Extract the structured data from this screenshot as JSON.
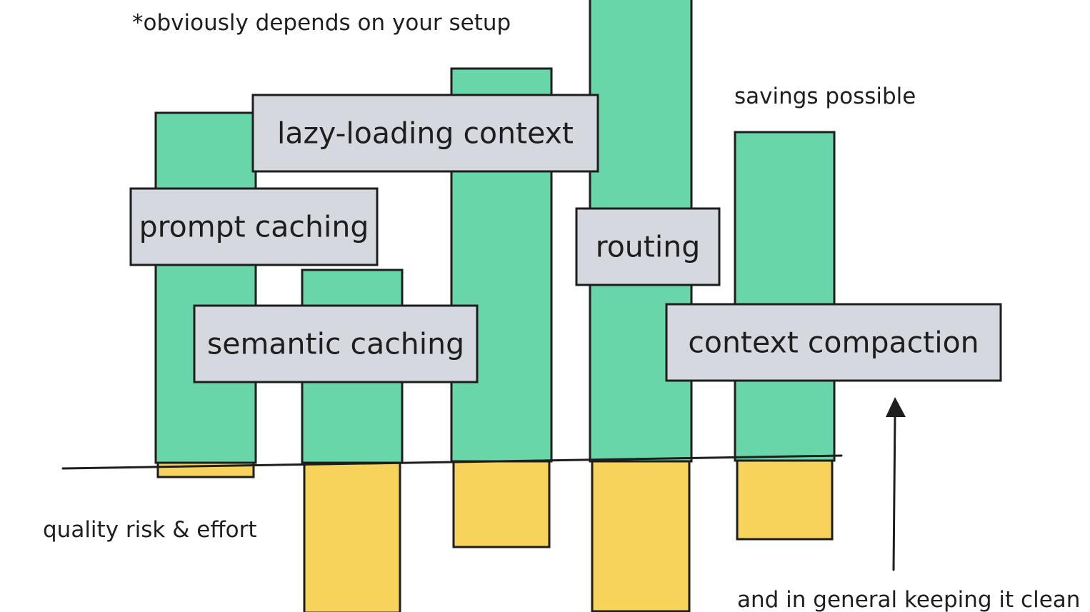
{
  "annotations": {
    "footnote": "*obviously depends on your setup",
    "top_series_caption": "savings possible",
    "bottom_series_caption": "quality risk & effort",
    "bottom_note": "and in general keeping it clean"
  },
  "chart_data": {
    "type": "bar",
    "title": "",
    "xlabel": "",
    "ylabel": "",
    "grid": false,
    "legend": "none",
    "categories": [
      "prompt caching",
      "semantic caching",
      "lazy-loading context",
      "routing",
      "context compaction"
    ],
    "series": [
      {
        "name": "savings possible",
        "values": [
          49,
          27,
          55,
          66,
          46
        ]
      },
      {
        "name": "quality risk & effort",
        "values": [
          -2,
          -21,
          -12,
          -21,
          -11
        ]
      }
    ],
    "ylim": [
      -22,
      66
    ],
    "colors": {
      "savings": "#69d6aa",
      "risk": "#f7d35c",
      "label_box": "#d5d8de",
      "stroke": "#1e1e1e"
    }
  }
}
